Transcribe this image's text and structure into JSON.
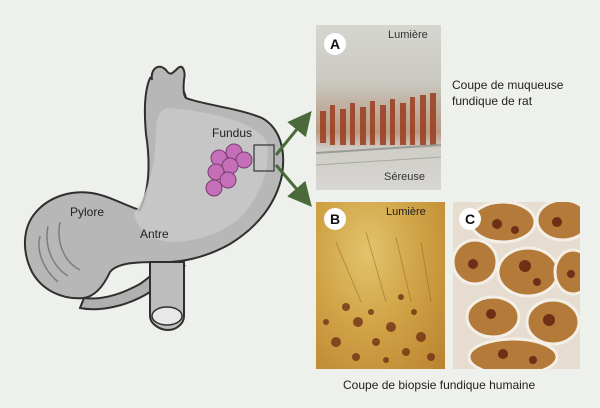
{
  "stomach": {
    "fundus": "Fundus",
    "pylore": "Pylore",
    "antre": "Antre"
  },
  "panel_a": {
    "badge": "A",
    "top_label": "Lumière",
    "bottom_label": "Séreuse",
    "caption_line1": "Coupe de muqueuse",
    "caption_line2": "fundique de rat"
  },
  "panel_b": {
    "badge": "B",
    "top_label": "Lumière"
  },
  "panel_c": {
    "badge": "C"
  },
  "bottom_caption": "Coupe de biopsie fundique humaine",
  "colors": {
    "stomach_fill": "#b5b5b5",
    "stomach_outline": "#333333",
    "cells": "#c46fb7",
    "stain": "#8a3a1c"
  }
}
